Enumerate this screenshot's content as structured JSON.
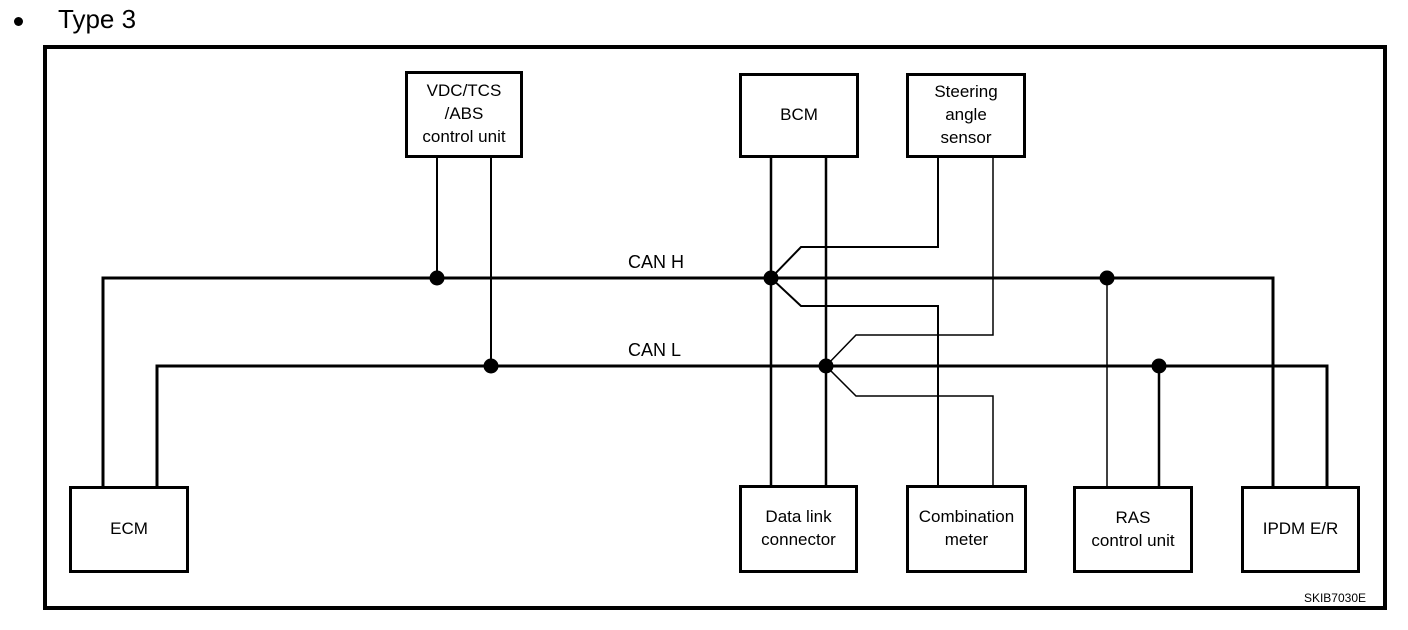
{
  "title": {
    "text": "Type 3"
  },
  "bus": {
    "can_h": "CAN H",
    "can_l": "CAN L"
  },
  "nodes": {
    "vdc": "VDC/TCS\n/ABS\ncontrol unit",
    "bcm": "BCM",
    "steering": "Steering\nangle\nsensor",
    "ecm": "ECM",
    "dlc": "Data link\nconnector",
    "combination": "Combination\nmeter",
    "ras": "RAS\ncontrol unit",
    "ipdm": "IPDM E/R"
  },
  "figure_code": "SKIB7030E",
  "colors": {
    "line": "#000000",
    "background": "#ffffff"
  },
  "topology": {
    "type": "bus-wiring-diagram",
    "buses": [
      {
        "name": "CAN H",
        "junction_dots": [
          "VDC/TCS/ABS control unit",
          "BCM",
          "RAS control unit"
        ],
        "end_terminals": [
          "ECM",
          "IPDM E/R"
        ],
        "branch_via_diagonal": [
          "Steering angle sensor",
          "Combination meter"
        ]
      },
      {
        "name": "CAN L",
        "junction_dots": [
          "VDC/TCS/ABS control unit",
          "BCM",
          "RAS control unit"
        ],
        "end_terminals": [
          "ECM",
          "IPDM E/R"
        ],
        "branch_via_diagonal": [
          "Steering angle sensor",
          "Combination meter"
        ]
      }
    ],
    "pass_through_pairs": [
      "BCM and Data link connector share vertical drops through the bus junctions"
    ]
  }
}
